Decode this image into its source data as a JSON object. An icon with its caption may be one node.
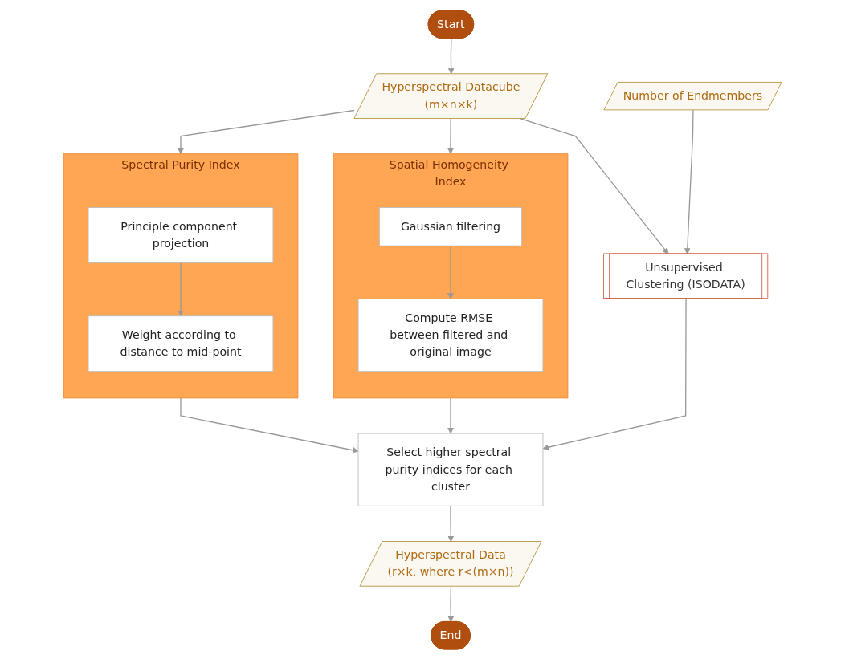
{
  "diagram": {
    "nodes": [
      {
        "text": [
          "Start"
        ]
      },
      {
        "text": [
          "Hyperspectral Datacube",
          "(m×n×k)"
        ]
      },
      {
        "text": [
          "Spatial Homogeneity Index"
        ]
      },
      {
        "text": [
          "Gaussian filtering"
        ],
        "in": 2
      },
      {
        "text": [
          "Compute RMSE between filtered and original image"
        ],
        "in": 2
      },
      {
        "text": [
          "Spectral Purity Index"
        ]
      },
      {
        "text": [
          "Principle component projection"
        ],
        "in": 5
      },
      {
        "text": [
          "Weight according to distance to mid-point"
        ],
        "in": 5
      },
      {
        "text": [
          "Number of Endmembers"
        ]
      },
      {
        "text": [
          "Unsupervised Clustering (ISODATA)"
        ]
      },
      {
        "text": [
          "Select higher spectral purity indices for each cluster"
        ]
      },
      {
        "text": [
          "Hyperspectral Data",
          "(r×k, where r<(m×n))"
        ]
      },
      {
        "text": [
          "End"
        ]
      }
    ],
    "edges": [
      {
        "from": 0,
        "to": 1,
        "arrow": "to"
      },
      {
        "from": 1,
        "to": 2,
        "arrow": "to"
      },
      {
        "from": 1,
        "to": 5,
        "arrow": "to"
      },
      {
        "from": 1,
        "to": 9,
        "arrow": "to"
      },
      {
        "from": 3,
        "to": 4,
        "arrow": "to"
      },
      {
        "from": 6,
        "to": 7,
        "arrow": "to"
      },
      {
        "from": 8,
        "to": 9,
        "arrow": "to"
      },
      {
        "from": 2,
        "to": 10,
        "arrow": "to"
      },
      {
        "from": 5,
        "to": 10,
        "arrow": "to"
      },
      {
        "from": 9,
        "to": 10,
        "arrow": "to"
      },
      {
        "from": 10,
        "to": 11,
        "arrow": "to"
      },
      {
        "from": 11,
        "to": 12,
        "arrow": "to"
      }
    ]
  }
}
